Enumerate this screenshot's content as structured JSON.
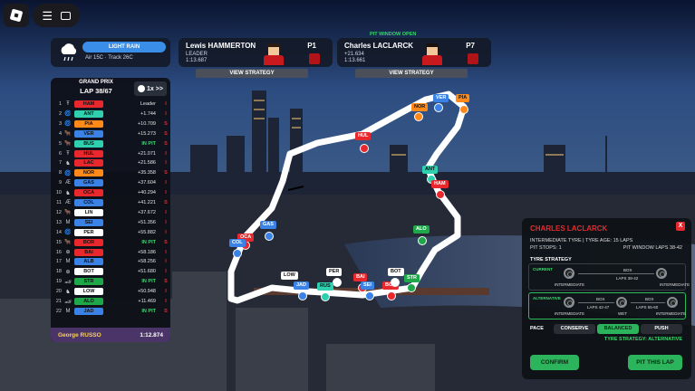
{
  "top_icons": {
    "logo": "roblox-logo-icon",
    "menu": "menu-icon",
    "chat": "chat-icon"
  },
  "weather": {
    "label": "LIGHT RAIN",
    "info": "Air 15C · Track 26C",
    "icon": "rain-cloud-icon"
  },
  "driver_left": {
    "name": "Lewis HAMMERTON",
    "status": "LEADER",
    "time": "1:13.687",
    "position": "P1",
    "button": "VIEW STRATEGY"
  },
  "driver_right": {
    "name": "Charles LACLARCK",
    "gap": "+21.634",
    "time": "1:13.661",
    "position": "P7",
    "button": "VIEW STRATEGY",
    "banner": "PIT WINDOW OPEN"
  },
  "leaderboard": {
    "race": "GRAND PRIX",
    "lap": "LAP 38/67",
    "speed": "1x",
    "forward": ">>",
    "rows": [
      {
        "pos": "1",
        "logo": "Ŧ",
        "code": "HAM",
        "color": "#e8282d",
        "gap": "Leader",
        "tyre": "I",
        "tcol": "#e8282d"
      },
      {
        "pos": "2",
        "logo": "🌀",
        "code": "ANT",
        "color": "#2ed0b0",
        "gap": "+1.744",
        "tyre": "I",
        "tcol": "#e8282d"
      },
      {
        "pos": "3",
        "logo": "🌀",
        "code": "PIA",
        "color": "#ff8a1a",
        "gap": "+10.709",
        "tyre": "S",
        "tcol": "#e8282d"
      },
      {
        "pos": "4",
        "logo": "🐂",
        "code": "VER",
        "color": "#3b82e6",
        "gap": "+15.273",
        "tyre": "S",
        "tcol": "#e8282d"
      },
      {
        "pos": "5",
        "logo": "🐂",
        "code": "BUS",
        "color": "#2ed0b0",
        "gap": "IN PIT",
        "tyre": "S",
        "tcol": "#e8282d"
      },
      {
        "pos": "6",
        "logo": "Ŧ",
        "code": "HUL",
        "color": "#e8282d",
        "gap": "+21.071",
        "tyre": "I",
        "tcol": "#e8282d"
      },
      {
        "pos": "7",
        "logo": "♞",
        "code": "LAC",
        "color": "#e8282d",
        "gap": "+21.586",
        "tyre": "I",
        "tcol": "#e8282d"
      },
      {
        "pos": "8",
        "logo": "🌀",
        "code": "NOR",
        "color": "#ff8a1a",
        "gap": "+35.358",
        "tyre": "S",
        "tcol": "#e8282d"
      },
      {
        "pos": "9",
        "logo": "Æ",
        "code": "GAS",
        "color": "#3b82e6",
        "gap": "+37.604",
        "tyre": "I",
        "tcol": "#e8282d"
      },
      {
        "pos": "10",
        "logo": "♞",
        "code": "OCA",
        "color": "#e8282d",
        "gap": "+40.294",
        "tyre": "I",
        "tcol": "#e8282d"
      },
      {
        "pos": "11",
        "logo": "Æ",
        "code": "COL",
        "color": "#3b82e6",
        "gap": "+41.221",
        "tyre": "S",
        "tcol": "#e8282d"
      },
      {
        "pos": "12",
        "logo": "🐂",
        "code": "LIN",
        "color": "#ffffff",
        "gap": "+37.672",
        "tyre": "I",
        "tcol": "#e8282d"
      },
      {
        "pos": "13",
        "logo": "M",
        "code": "SEI",
        "color": "#3b82e6",
        "gap": "+51.356",
        "tyre": "I",
        "tcol": "#e8282d"
      },
      {
        "pos": "14",
        "logo": "🌀",
        "code": "PER",
        "color": "#ffffff",
        "gap": "+55.882",
        "tyre": "I",
        "tcol": "#e8282d"
      },
      {
        "pos": "15",
        "logo": "🐂",
        "code": "BOR",
        "color": "#e8282d",
        "gap": "IN PIT",
        "tyre": "S",
        "tcol": "#e8282d"
      },
      {
        "pos": "16",
        "logo": "⊕",
        "code": "BAI",
        "color": "#e8282d",
        "gap": "+58.186",
        "tyre": "I",
        "tcol": "#e8282d"
      },
      {
        "pos": "17",
        "logo": "M",
        "code": "ALB",
        "color": "#3b82e6",
        "gap": "+58.256",
        "tyre": "I",
        "tcol": "#e8282d"
      },
      {
        "pos": "18",
        "logo": "⊕",
        "code": "BOT",
        "color": "#ffffff",
        "gap": "+51.680",
        "tyre": "I",
        "tcol": "#e8282d"
      },
      {
        "pos": "19",
        "logo": "🏎",
        "code": "STR",
        "color": "#1ea84a",
        "gap": "IN PIT",
        "tyre": "S",
        "tcol": "#e8282d"
      },
      {
        "pos": "20",
        "logo": "♞",
        "code": "LOW",
        "color": "#ffffff",
        "gap": "+50.948",
        "tyre": "I",
        "tcol": "#e8282d"
      },
      {
        "pos": "21",
        "logo": "🏎",
        "code": "ALO",
        "color": "#1ea84a",
        "gap": "+11.469",
        "tyre": "I",
        "tcol": "#e8282d"
      },
      {
        "pos": "22",
        "logo": "M",
        "code": "JAD",
        "color": "#3b82e6",
        "gap": "IN PIT",
        "tyre": "S",
        "tcol": "#e8282d"
      }
    ],
    "footer_name": "George RUSSO",
    "footer_time": "1:12.874"
  },
  "map_labels": [
    {
      "code": "VER",
      "color": "#3b82e6",
      "dot": "#3b82e6"
    },
    {
      "code": "PIA",
      "color": "#ff8a1a",
      "dot": "#ff8a1a"
    },
    {
      "code": "NOR",
      "color": "#ff8a1a",
      "dot": "#ff8a1a"
    },
    {
      "code": "HUL",
      "color": "#e8282d",
      "dot": "#e8282d"
    },
    {
      "code": "ANT",
      "color": "#2ed0b0",
      "dot": "#2ed0b0"
    },
    {
      "code": "HAM",
      "color": "#e8282d",
      "dot": "#e8282d"
    },
    {
      "code": "GAS",
      "color": "#3b82e6",
      "dot": "#3b82e6"
    },
    {
      "code": "OCA",
      "color": "#e8282d",
      "dot": "#e8282d"
    },
    {
      "code": "COL",
      "color": "#3b82e6",
      "dot": "#3b82e6"
    },
    {
      "code": "ALO",
      "color": "#1ea84a",
      "dot": "#1ea84a"
    },
    {
      "code": "LOW",
      "color": "#ffffff",
      "dot": "#ffffff"
    },
    {
      "code": "JAD",
      "color": "#3b82e6",
      "dot": "#3b82e6"
    },
    {
      "code": "PER",
      "color": "#ffffff",
      "dot": "#ffffff"
    },
    {
      "code": "RUS",
      "color": "#2ed0b0",
      "dot": "#2ed0b0"
    },
    {
      "code": "BAI",
      "color": "#e8282d",
      "dot": "#e8282d"
    },
    {
      "code": "SEI",
      "color": "#3b82e6",
      "dot": "#3b82e6"
    },
    {
      "code": "BOR",
      "color": "#e8282d",
      "dot": "#e8282d"
    },
    {
      "code": "BOT",
      "color": "#ffffff",
      "dot": "#ffffff"
    },
    {
      "code": "STR",
      "color": "#1ea84a",
      "dot": "#1ea84a"
    }
  ],
  "strategy": {
    "title": "CHARLES LACLARCK",
    "tyre": "INTERMEDIATE TYRE | TYRE AGE: 15 LAPS",
    "pit_stops": "PIT STOPS: 1",
    "pit_window": "PIT WINDOW  LAPS 38-42",
    "section": "TYRE STRATEGY",
    "current_label": "CURRENT",
    "current": {
      "t1": "INTERMEDIATE",
      "t2": "INTERMEDIATE",
      "box": "BOX",
      "laps": "LAPS 38-42"
    },
    "alt_label": "ALTERNATIVE",
    "alt": {
      "t1": "INTERMEDIATE",
      "t2": "WET",
      "t3": "INTERMEDIATE",
      "box1": "BOX",
      "laps1": "LAPS 42-47",
      "box2": "BOX",
      "laps2": "LAPS 55-60"
    },
    "pace_label": "PACE",
    "pace": [
      "CONSERVE",
      "BALANCED",
      "PUSH"
    ],
    "selected": "TYRE STRATEGY: ALTERNATIVE",
    "confirm": "CONFIRM",
    "pit": "PIT THIS LAP",
    "close": "X"
  },
  "colors": {
    "accent_green": "#2bb45c",
    "accent_red": "#e8282d",
    "accent_blue": "#3a8ee8"
  }
}
